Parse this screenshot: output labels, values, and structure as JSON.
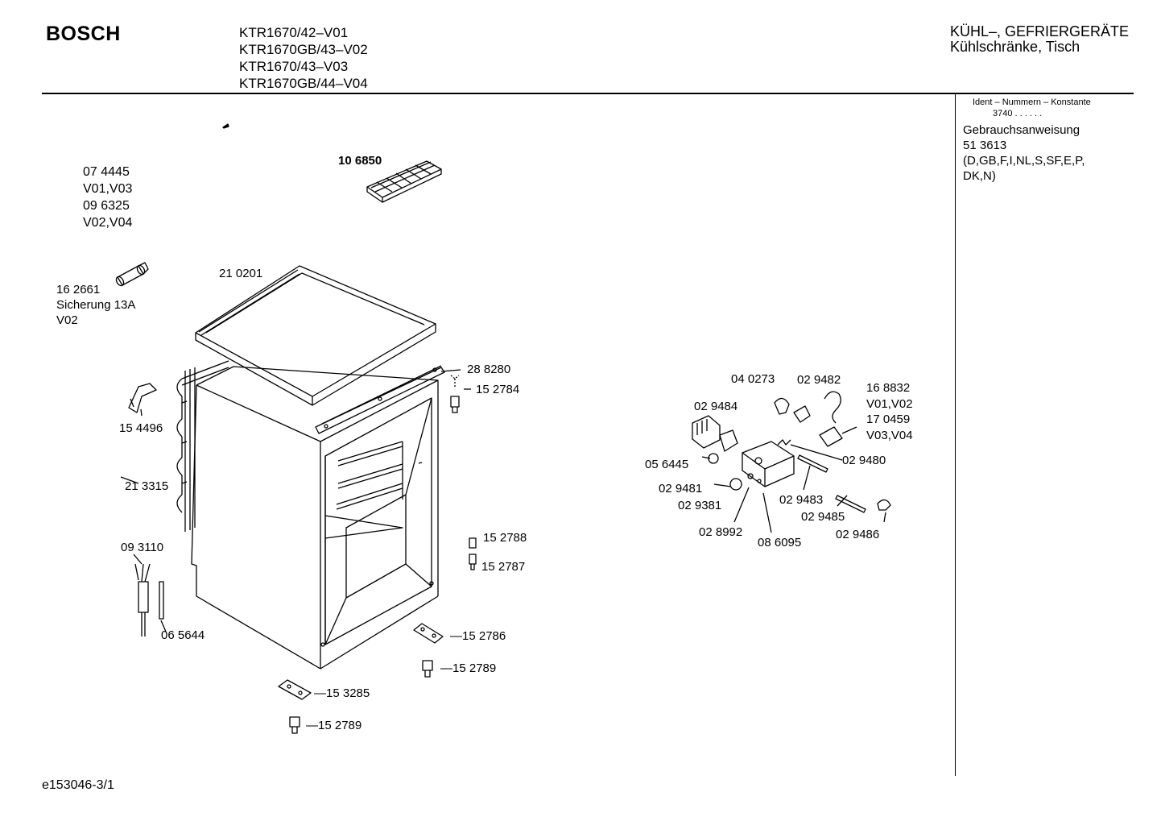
{
  "header": {
    "brand": "BOSCH",
    "models": [
      "KTR1670/42–V01",
      "KTR1670GB/43–V02",
      "KTR1670/43–V03",
      "KTR1670GB/44–V04"
    ],
    "category_line1": "KÜHL–, GEFRIERGERÄTE",
    "category_line2": "Kühlschränke, Tisch"
  },
  "sidebar": {
    "ident_title": "Ident – Nummern – Konstante",
    "ident_value": "3740 . . . . . .",
    "manual_label": "Gebrauchsanweisung",
    "manual_number": "51 3613",
    "manual_languages": "(D,GB,F,I,NL,S,SF,E,P, DK,N)"
  },
  "parts": {
    "p074445_lines": [
      "07 4445",
      "V01,V03",
      "09 6325",
      "V02,V04"
    ],
    "p106850": "10 6850",
    "p210201": "21 0201",
    "fuse_lines": [
      "16 2661",
      "Sicherung 13A",
      "V02"
    ],
    "p288280": "28 8280",
    "p152784": "15 2784",
    "p154496": "15 4496",
    "p213315": "21 3315",
    "p152788": "15 2788",
    "p152787": "15 2787",
    "p093110": "09 3110",
    "p065644": "06 5644",
    "p152786": "—15 2786",
    "p152789a": "—15 2789",
    "p153285": "—15 3285",
    "p152789b": "—15 2789",
    "p040273": "04 0273",
    "p029482": "02 9482",
    "p029484": "02 9484",
    "p168832_lines": [
      "16 8832",
      "V01,V02",
      "17 0459",
      "V03,V04"
    ],
    "p056445": "05 6445",
    "p029480": "02 9480",
    "p029481": "02 9481",
    "p029381": "02 9381",
    "p029483": "02 9483",
    "p029485": "02 9485",
    "p028992": "02 8992",
    "p086095": "08 6095",
    "p029486": "02 9486"
  },
  "footer": {
    "code": "e153046-3/1"
  }
}
